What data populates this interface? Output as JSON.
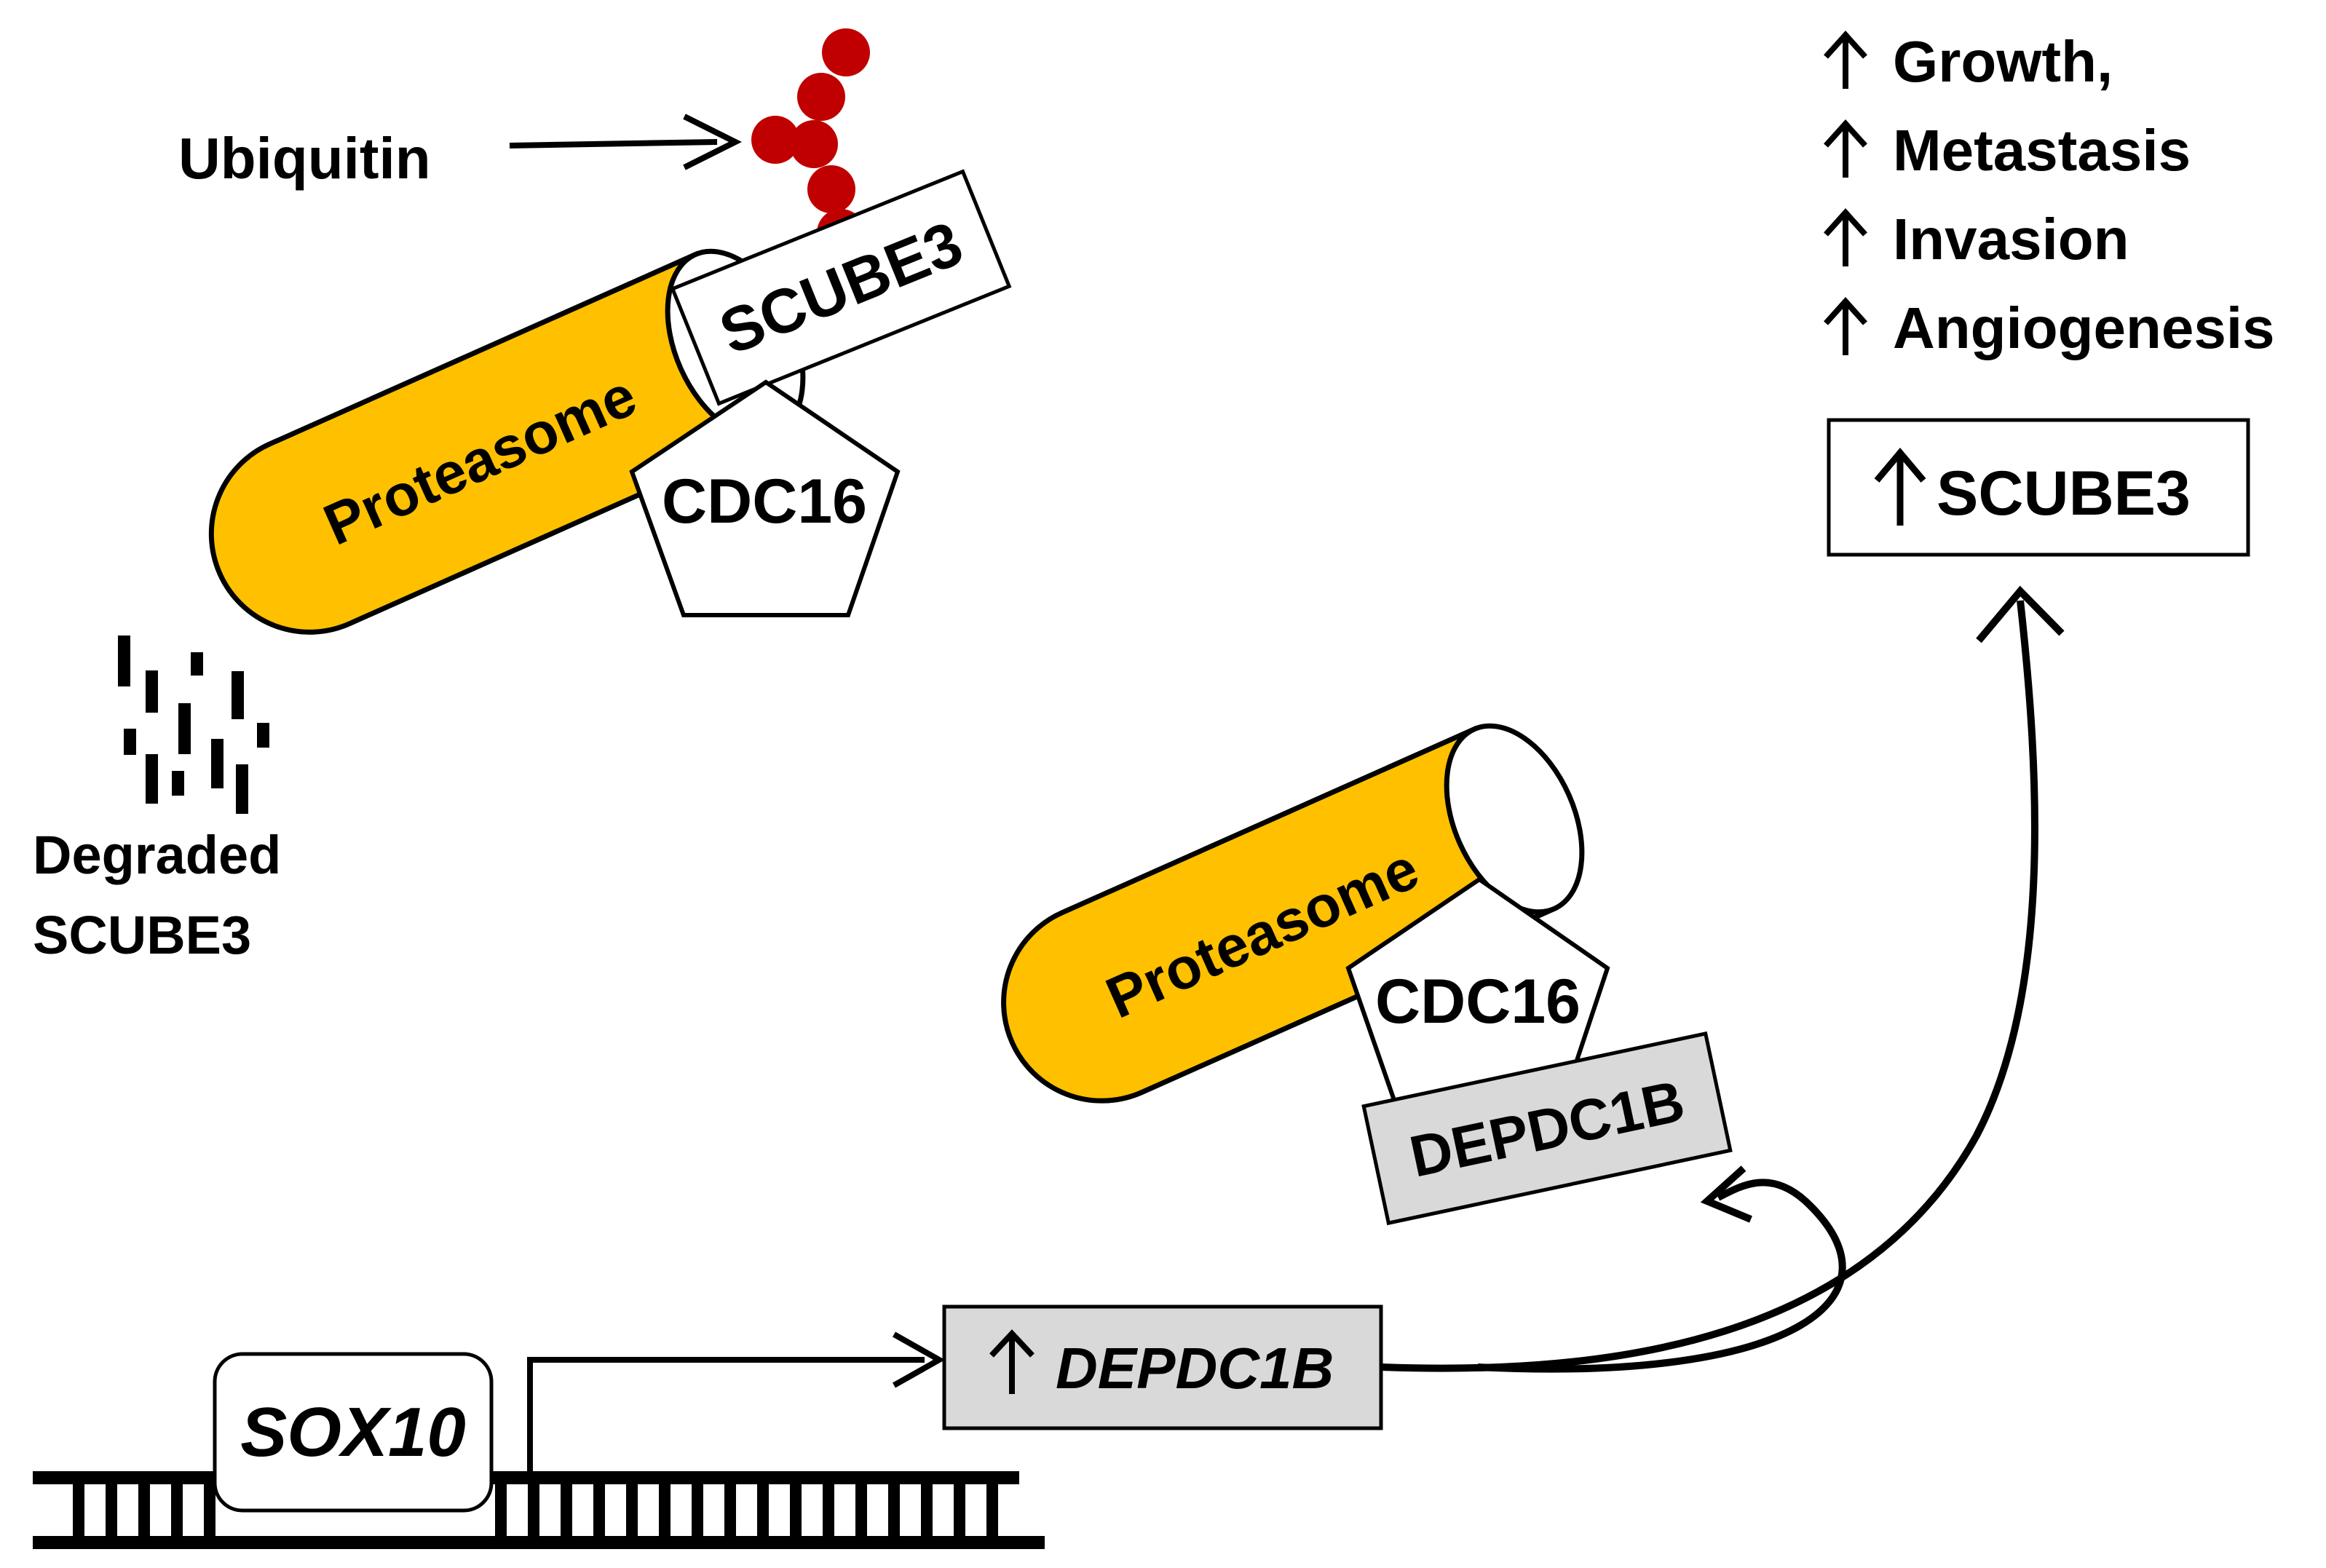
{
  "colors": {
    "proteasome": "#FFC000",
    "gray_box": "#D9D9D9",
    "ubiquitin": "#C00000",
    "outline": "#000000",
    "background": "#FFFFFF"
  },
  "labels": {
    "ubiquitin": "Ubiquitin",
    "proteasome_top": "Proteasome",
    "scube3_tag": "SCUBE3",
    "cdc16_top": "CDC16",
    "degraded_line1": "Degraded",
    "degraded_line2": "SCUBE3",
    "proteasome_bottom": "Proteasome",
    "cdc16_bottom": "CDC16",
    "depdc1b_protein": "DEPDC1B",
    "sox10": "SOX10",
    "depdc1b_gene": "DEPDC1B",
    "scube3_up": "SCUBE3"
  },
  "effects": [
    "Growth,",
    "Metastasis",
    "Invasion",
    "Angiogenesis"
  ]
}
